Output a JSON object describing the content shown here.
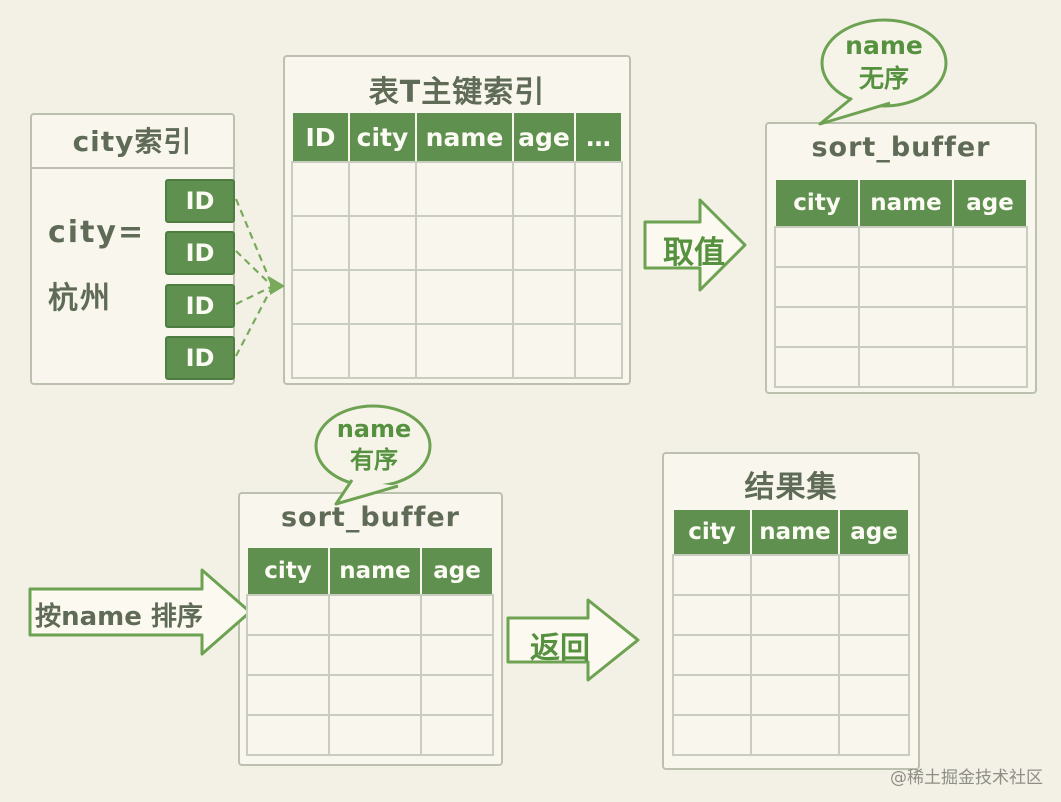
{
  "colors": {
    "background": "#f3f1e6",
    "box_fill": "#f9f7ed",
    "box_border": "#bcc0ae",
    "grid_line": "#c9cdbf",
    "green_cell": "#5f9050",
    "green_accent": "#6da252",
    "green_text": "#55913f",
    "dark_text": "#5f6b57",
    "watermark_text": "#8e8e86"
  },
  "city_index": {
    "title": "city索引",
    "condition_line1": "city=",
    "condition_line2": "杭州",
    "id_cells": [
      "ID",
      "ID",
      "ID",
      "ID"
    ]
  },
  "primary_index": {
    "title": "表T主键索引",
    "columns": [
      "ID",
      "city",
      "name",
      "age",
      "…"
    ],
    "empty_rows": 4
  },
  "arrow_take": {
    "label": "取值"
  },
  "bubble_unordered": {
    "line1": "name",
    "line2": "无序"
  },
  "sort_buffer_top": {
    "title": "sort_buffer",
    "columns": [
      "city",
      "name",
      "age"
    ],
    "empty_rows": 4
  },
  "bubble_ordered": {
    "line1": "name",
    "line2": "有序"
  },
  "sort_buffer_bottom": {
    "title": "sort_buffer",
    "columns": [
      "city",
      "name",
      "age"
    ],
    "empty_rows": 4
  },
  "arrow_sort": {
    "label": "按name 排序"
  },
  "arrow_return": {
    "label": "返回"
  },
  "result_set": {
    "title": "结果集",
    "columns": [
      "city",
      "name",
      "age"
    ],
    "empty_rows": 5
  },
  "watermark": {
    "text": "@稀土掘金技术社区"
  }
}
